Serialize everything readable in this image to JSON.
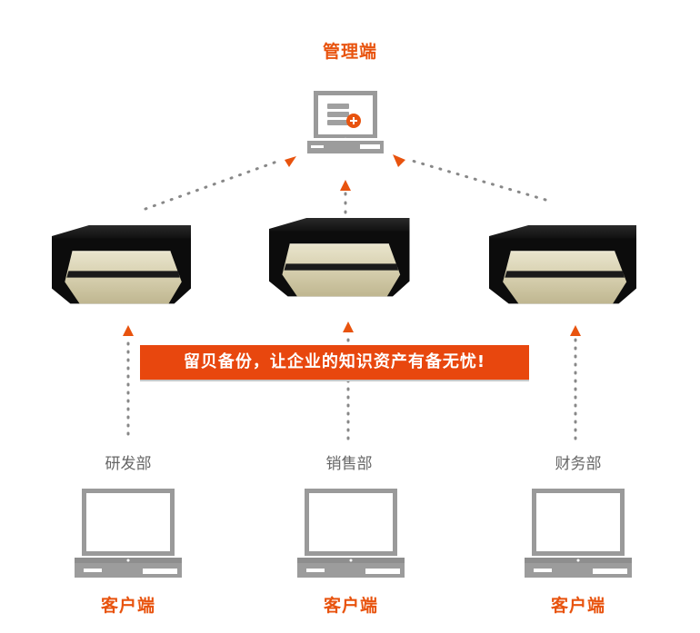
{
  "admin": {
    "label": "管理端",
    "icon": "server-monitor-icon"
  },
  "banner": {
    "text": "留贝备份，让企业的知识资产有备无忧!"
  },
  "departments": [
    {
      "label": "研发部",
      "client_label": "客户端"
    },
    {
      "label": "销售部",
      "client_label": "客户端"
    },
    {
      "label": "财务部",
      "client_label": "客户端"
    }
  ],
  "colors": {
    "accent": "#e8530e",
    "dots": "#888888",
    "laptop": "#9a9a9a",
    "box_top": "#111111",
    "box_front": "#d8d2b8"
  }
}
